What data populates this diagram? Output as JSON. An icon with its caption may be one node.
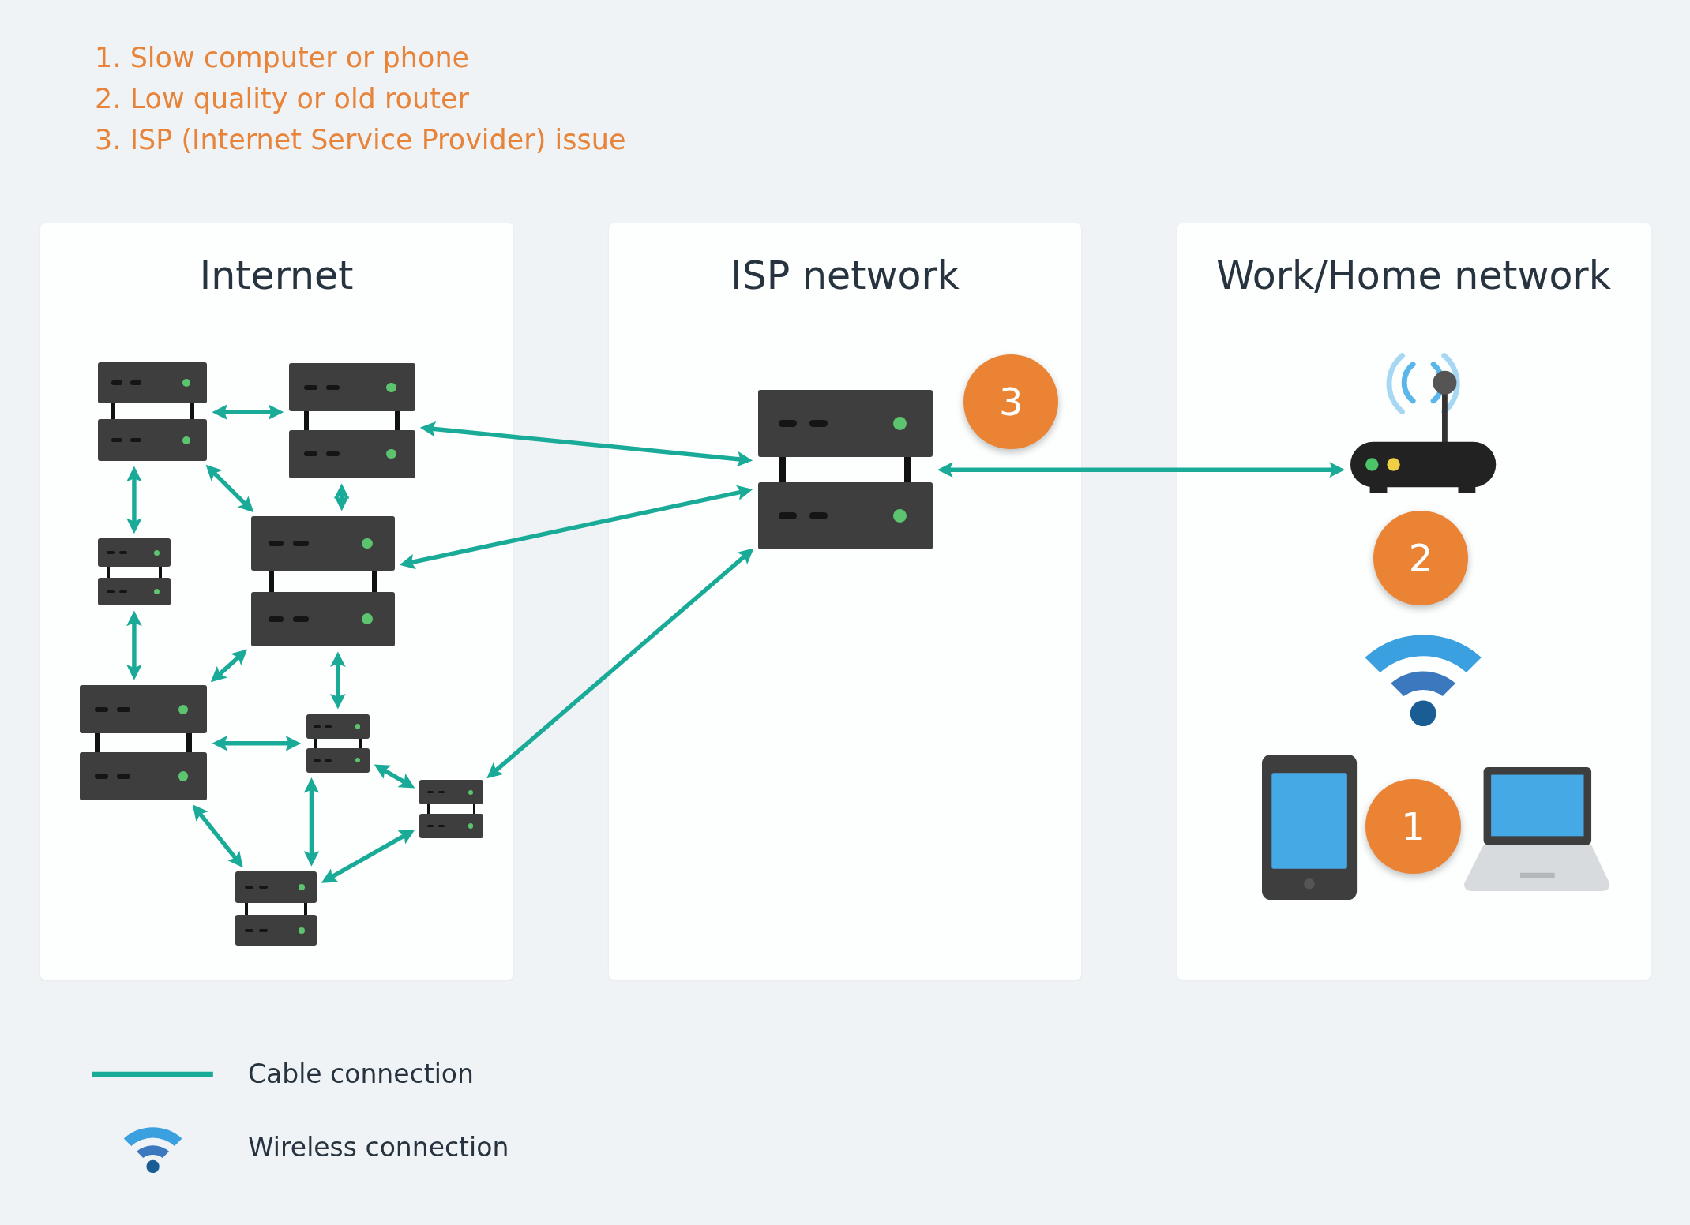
{
  "diagram": {
    "nodes": [
      {
        "text": [
          "Internet"
        ]
      },
      {
        "text": [
          "ISP network"
        ]
      },
      {
        "text": [
          "Work/Home network"
        ]
      },
      {
        "text": [],
        "shape": "picture",
        "in": 0
      },
      {
        "text": [],
        "shape": "picture",
        "in": 0
      },
      {
        "text": [],
        "shape": "picture",
        "in": 0
      },
      {
        "text": [],
        "shape": "picture",
        "in": 0
      },
      {
        "text": [],
        "shape": "picture",
        "in": 0
      },
      {
        "text": [],
        "shape": "picture",
        "in": 0
      },
      {
        "text": [],
        "shape": "picture",
        "in": 0
      },
      {
        "text": [],
        "shape": "picture",
        "in": 0
      },
      {
        "text": [],
        "shape": "picture",
        "in": 1
      },
      {
        "text": [
          "3"
        ],
        "in": 1
      },
      {
        "text": [],
        "shape": "picture",
        "in": 2
      },
      {
        "text": [
          "2"
        ],
        "in": 2
      },
      {
        "text": [
          "1"
        ],
        "in": 2
      }
    ],
    "edges": [
      {
        "from": 3,
        "to": 4,
        "arrow": "both"
      },
      {
        "from": 3,
        "to": 5,
        "arrow": "both"
      },
      {
        "from": 3,
        "to": 6,
        "arrow": "both"
      },
      {
        "from": 4,
        "to": 6,
        "arrow": "both"
      },
      {
        "from": 5,
        "to": 7,
        "arrow": "both"
      },
      {
        "from": 6,
        "to": 7,
        "arrow": "both"
      },
      {
        "from": 6,
        "to": 8,
        "arrow": "both"
      },
      {
        "from": 7,
        "to": 8,
        "arrow": "both"
      },
      {
        "from": 8,
        "to": 9,
        "arrow": "both"
      },
      {
        "from": 7,
        "to": 10,
        "arrow": "both"
      },
      {
        "from": 10,
        "to": 8,
        "arrow": "both"
      },
      {
        "from": 10,
        "to": 9,
        "arrow": "both"
      },
      {
        "from": 4,
        "to": 11,
        "arrow": "both"
      },
      {
        "from": 6,
        "to": 11,
        "arrow": "both"
      },
      {
        "from": 9,
        "to": 11,
        "arrow": "both"
      },
      {
        "from": 11,
        "to": 13,
        "arrow": "both"
      }
    ],
    "labels": [
      "1. Slow computer or phone",
      "2. Low quality or old router",
      "3. ISP (Internet Service Provider) issue"
    ],
    "legend": [
      {
        "text": "Cable connection"
      },
      {
        "text": "Wireless connection"
      }
    ]
  }
}
